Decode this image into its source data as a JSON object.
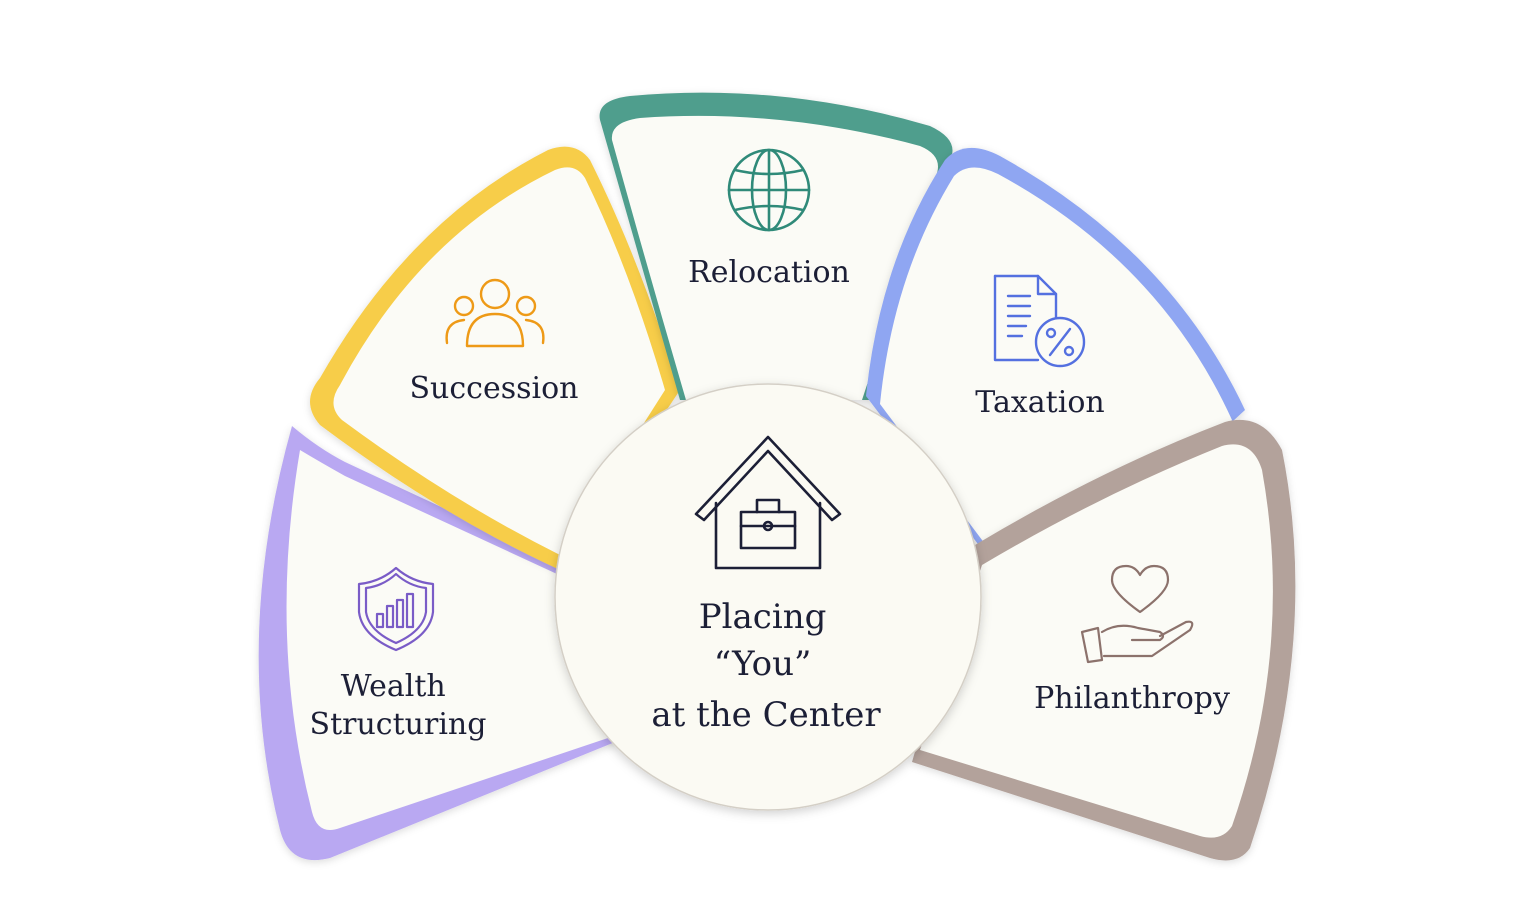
{
  "center": {
    "lines": [
      "Placing",
      "“You”",
      "at the Center"
    ],
    "icon": "house-briefcase-icon"
  },
  "segments": {
    "wealth": {
      "label_lines": [
        "Wealth",
        "Structuring"
      ],
      "icon": "shield-chart-icon",
      "color": "#b9a8f2"
    },
    "succession": {
      "label_lines": [
        "Succession"
      ],
      "icon": "people-group-icon",
      "color": "#f7cd4a"
    },
    "relocation": {
      "label_lines": [
        "Relocation"
      ],
      "icon": "globe-icon",
      "color": "#4f9e8d"
    },
    "taxation": {
      "label_lines": [
        "Taxation"
      ],
      "icon": "tax-document-icon",
      "color": "#8fa6f2"
    },
    "philanthropy": {
      "label_lines": [
        "Philanthropy"
      ],
      "icon": "heart-hand-icon",
      "color": "#b3a29b"
    }
  },
  "colors": {
    "card_fill": "#fbfbf6",
    "text": "#1c1f36",
    "wealth_icon": "#7a5cc7",
    "succession_icon": "#ee9a17",
    "relocation_icon": "#2f8a79",
    "taxation_icon": "#5470e0",
    "philanthropy_icon": "#8c726c",
    "center_icon": "#1c1f36"
  }
}
